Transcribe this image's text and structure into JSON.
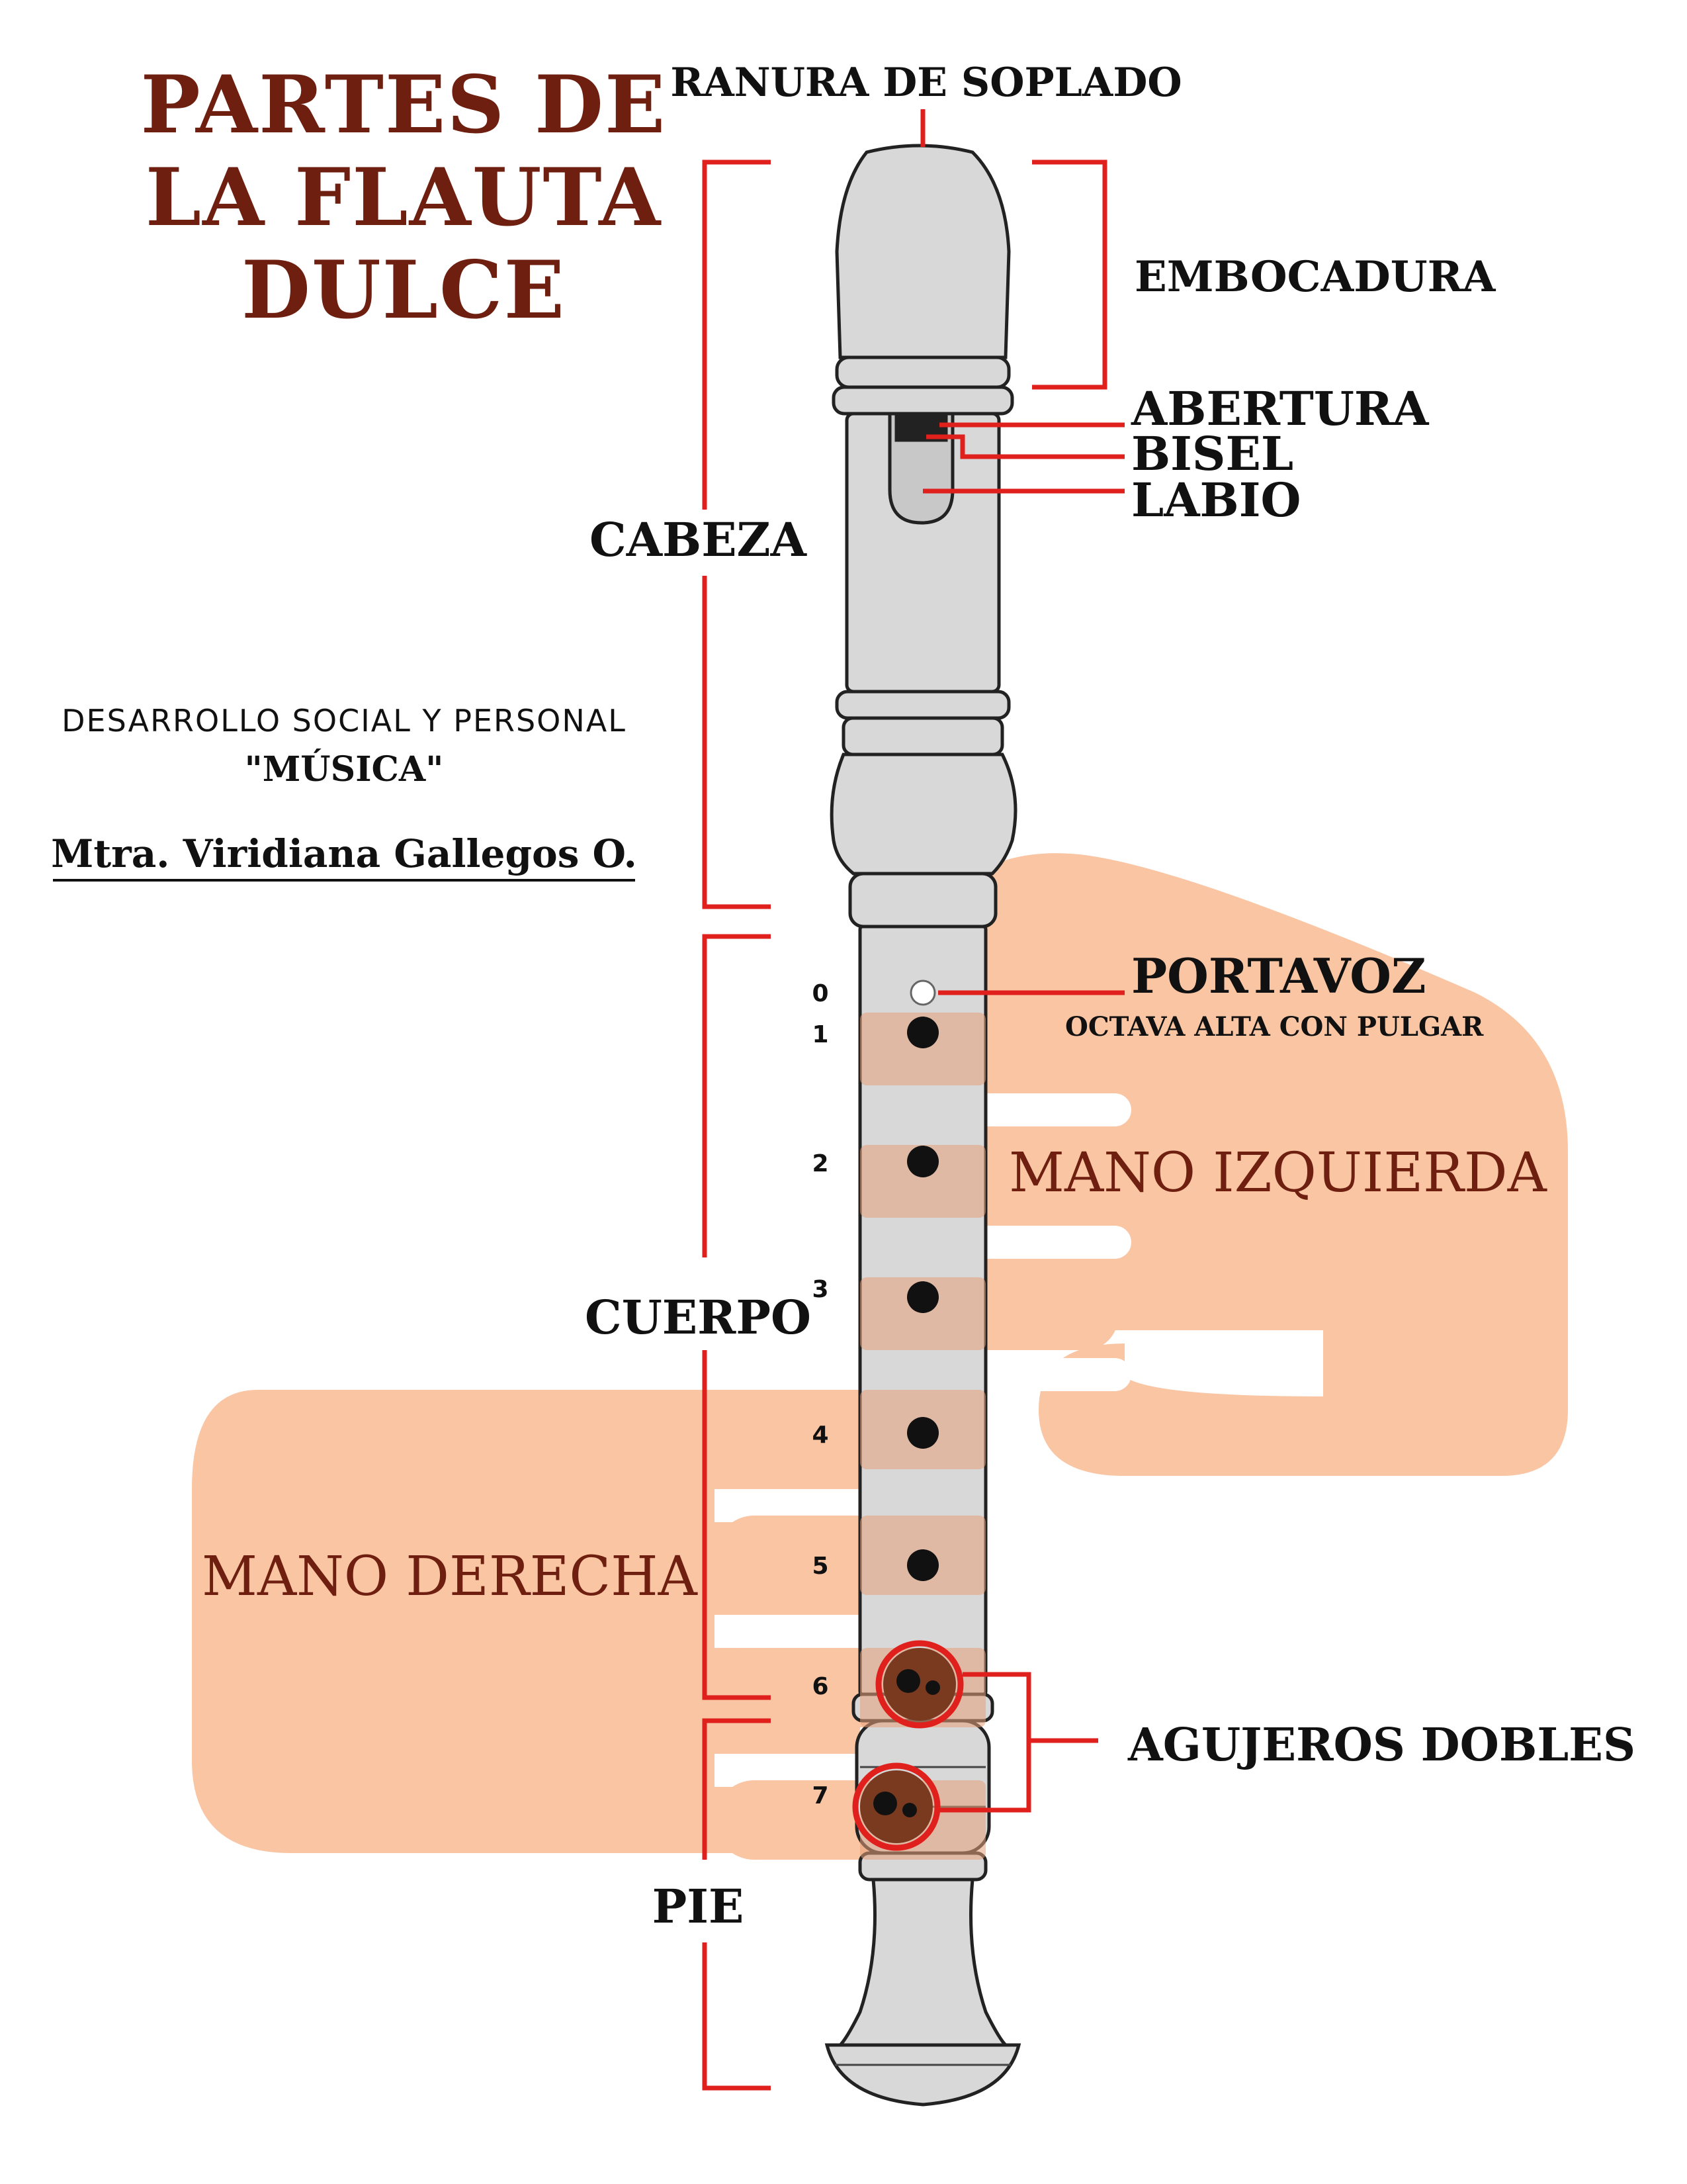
{
  "title": {
    "line1": "PARTES DE",
    "line2": "LA FLAUTA",
    "line3": "DULCE"
  },
  "labels": {
    "ranura": "RANURA DE SOPLADO",
    "embocadura": "EMBOCADURA",
    "abertura": "ABERTURA",
    "bisel": "BISEL",
    "labio": "LABIO",
    "cabeza": "CABEZA",
    "cuerpo": "CUERPO",
    "pie": "PIE",
    "portavoz": "PORTAVOZ",
    "portavoz_note": "OCTAVA ALTA CON PULGAR",
    "agujeros_dobles": "AGUJEROS DOBLES",
    "mano_izquierda": "MANO IZQUIERDA",
    "mano_derecha": "MANO DERECHA"
  },
  "info": {
    "subject": "DESARROLLO SOCIAL Y PERSONAL",
    "music": "\"MÚSICA\"",
    "teacher": "Mtra. Viridiana Gallegos O."
  },
  "holes": [
    "0",
    "1",
    "2",
    "3",
    "4",
    "5",
    "6",
    "7"
  ],
  "colors": {
    "accent_red": "#e0201c",
    "title_brown": "#6e1f10",
    "hand_peach": "#f9c5a3",
    "recorder_gray": "#d6d6d6",
    "outline": "#222222"
  }
}
